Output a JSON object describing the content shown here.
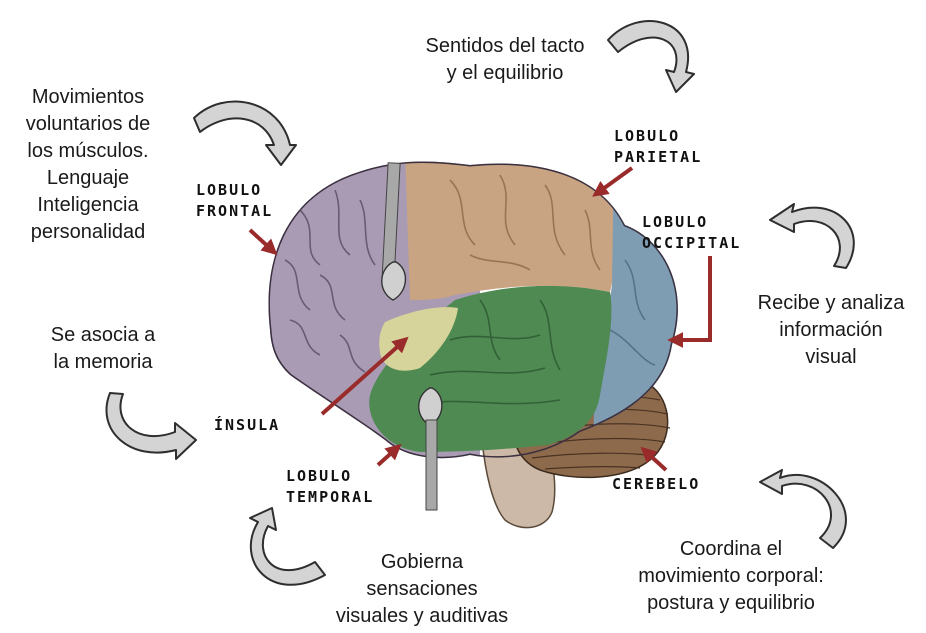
{
  "lobes": {
    "frontal": "LOBULO\nFRONTAL",
    "parietal": "LOBULO\nPARIETAL",
    "occipital": "LOBULO\nOCCIPITAL",
    "insula": "ÍNSULA",
    "temporal": "LOBULO\nTEMPORAL",
    "cerebelo": "CEREBELO"
  },
  "descriptions": {
    "frontal": "Movimientos\nvoluntarios de\nlos músculos.\nLenguaje\nInteligencia\npersonalidad",
    "parietal": "Sentidos del tacto\ny el equilibrio",
    "occipital": "Recibe y analiza\ninformación\nvisual",
    "insula": "Se asocia a\nla memoria",
    "temporal": "Gobierna\nsensaciones\nvisuales y auditivas",
    "cerebelo": "Coordina el\nmovimiento corporal:\npostura y equilibrio"
  },
  "colors": {
    "frontal": "#a99bb3",
    "parietal": "#c9a482",
    "occipital": "#7f9db2",
    "insula": "#d6d49a",
    "temporal": "#4e8a52",
    "cerebelo": "#8e6a4c",
    "brainstem": "#cdb9a7",
    "arrow_red": "#9a2b2b",
    "curved_arrow_fill": "#d4d4d4"
  }
}
